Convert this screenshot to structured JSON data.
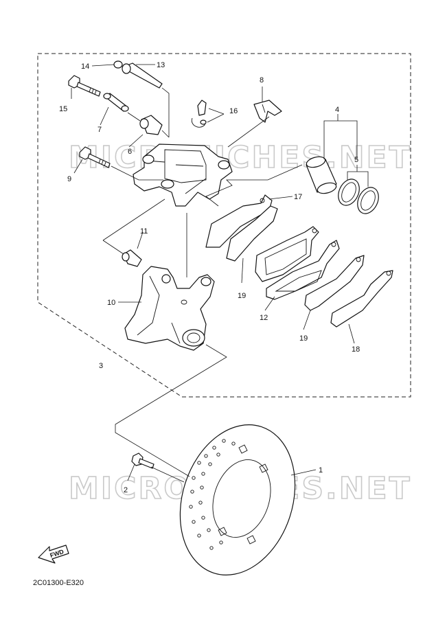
{
  "diagram": {
    "watermark": "MICROFICHES.NET",
    "code": "2C01300-E320",
    "fwd_label": "FWD",
    "callouts": [
      "1",
      "2",
      "3",
      "4",
      "5",
      "6",
      "7",
      "8",
      "9",
      "10",
      "11",
      "12",
      "13",
      "14",
      "15",
      "16",
      "17",
      "18",
      "19"
    ]
  }
}
